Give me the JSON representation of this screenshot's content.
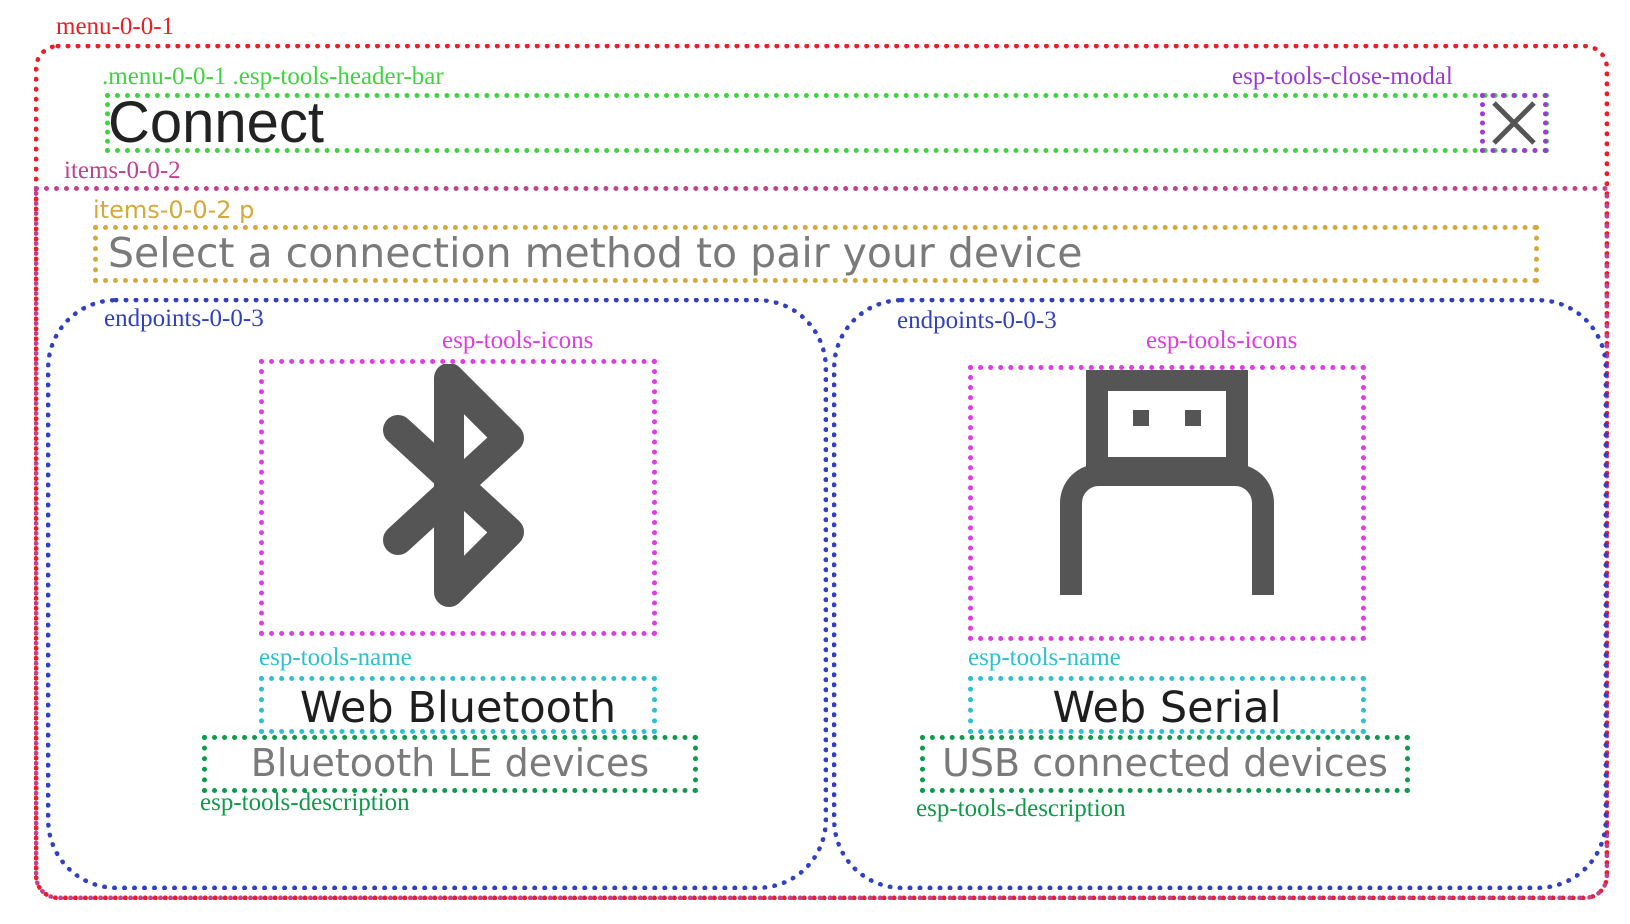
{
  "annotations": {
    "menu": "menu-0-0-1",
    "header_bar": ".menu-0-0-1 .esp-tools-header-bar",
    "close_modal": "esp-tools-close-modal",
    "items": "items-0-0-2",
    "items_p": "items-0-0-2 p",
    "endpoints_1": "endpoints-0-0-3",
    "endpoints_2": "endpoints-0-0-3",
    "icons_1": "esp-tools-icons",
    "icons_2": "esp-tools-icons",
    "name_1": "esp-tools-name",
    "name_2": "esp-tools-name",
    "description_1": "esp-tools-description",
    "description_2": "esp-tools-description"
  },
  "dialog": {
    "title": "Connect",
    "subtitle": "Select a connection method to pair your device",
    "close_icon": "close-icon"
  },
  "endpoints": [
    {
      "name": "Web Bluetooth",
      "description": "Bluetooth LE devices",
      "icon": "bluetooth-icon"
    },
    {
      "name": "Web Serial",
      "description": "USB connected devices",
      "icon": "usb-icon"
    }
  ],
  "colors": {
    "menu": "#ee1c25",
    "header_bar": "#3fd43f",
    "close_modal": "#9b3ad6",
    "items": "#c1418f",
    "items_p": "#d4a83a",
    "endpoints": "#3040c4",
    "icons": "#e03ce6",
    "name": "#2fbfcf",
    "description": "#0e9a4a",
    "icon_fill": "#555555"
  }
}
